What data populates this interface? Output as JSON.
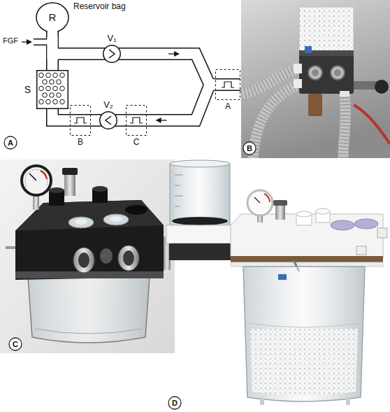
{
  "diagram": {
    "nodes": [
      {
        "text": [
          "R",
          "Reservoir bag"
        ]
      },
      {
        "text": [
          "V₁"
        ]
      },
      {
        "text": [
          "A"
        ]
      },
      {
        "text": [
          "C"
        ]
      },
      {
        "text": [
          "V₂"
        ]
      },
      {
        "text": [
          "B"
        ]
      },
      {
        "text": [
          "S"
        ]
      }
    ],
    "edges": [
      {
        "from": 0,
        "to": 1,
        "arrow": "none"
      },
      {
        "from": 1,
        "to": 2,
        "arrow": "to"
      },
      {
        "from": 2,
        "to": 3,
        "arrow": "to"
      },
      {
        "from": 3,
        "to": 4,
        "arrow": "none"
      },
      {
        "from": 4,
        "to": 5,
        "arrow": "none"
      },
      {
        "from": 5,
        "to": 6,
        "arrow": "none"
      },
      {
        "from": 6,
        "to": 0,
        "arrow": "none"
      }
    ],
    "labels": [
      "FGF",
      "A",
      "B",
      "C",
      "D"
    ]
  }
}
